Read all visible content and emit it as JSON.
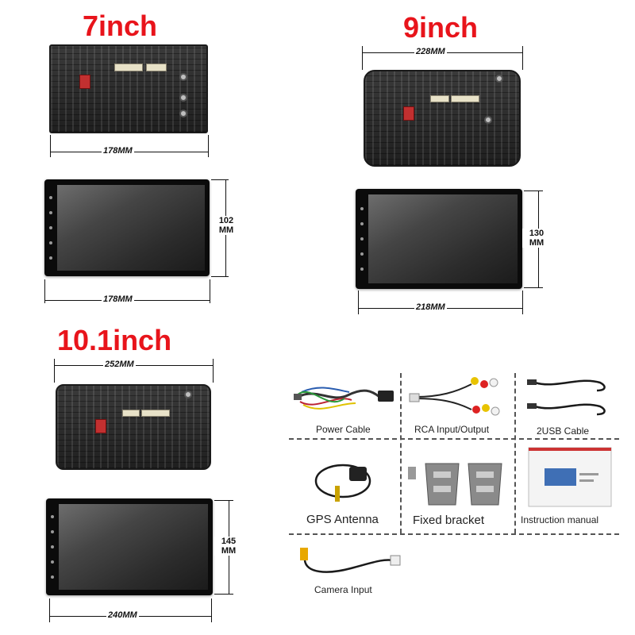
{
  "titles": {
    "seven": "7inch",
    "nine": "9inch",
    "ten": "10.1inch"
  },
  "dimensions": {
    "seven_back_width": "178MM",
    "seven_front_width": "178MM",
    "seven_front_height_value": "102",
    "seven_front_height_unit": "MM",
    "nine_back_width": "228MM",
    "nine_front_width": "218MM",
    "nine_front_height_value": "130",
    "nine_front_height_unit": "MM",
    "ten_back_width": "252MM",
    "ten_front_width": "240MM",
    "ten_front_height_value": "145",
    "ten_front_height_unit": "MM"
  },
  "accessories": [
    {
      "label": "Power Cable",
      "icon": "power-cable-icon"
    },
    {
      "label": "RCA Input/Output",
      "icon": "rca-cable-icon"
    },
    {
      "label": "2USB Cable",
      "icon": "usb-cable-icon"
    },
    {
      "label": "GPS Antenna",
      "icon": "gps-antenna-icon"
    },
    {
      "label": "Fixed bracket",
      "icon": "bracket-icon"
    },
    {
      "label": "Instruction manual",
      "icon": "manual-icon"
    },
    {
      "label": "Camera Input",
      "icon": "camera-cable-icon"
    }
  ],
  "colors": {
    "title_red": "#e8141b",
    "unit_body": "#2b2b2b",
    "screen_glass": "#454545"
  }
}
